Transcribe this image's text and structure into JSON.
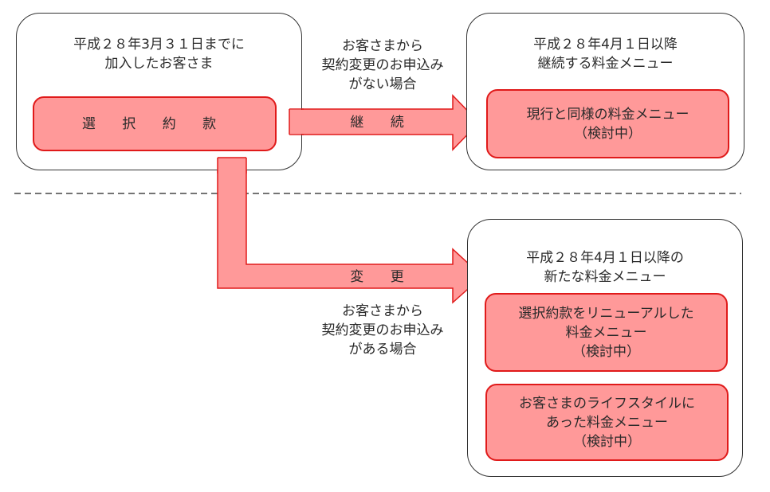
{
  "colors": {
    "accent_fill": "#ff9999",
    "accent_stroke": "#e01a1a",
    "outline": "#333333"
  },
  "left_box": {
    "title_lines": [
      "平成２８年3月３１日までに",
      "加入したお客さま"
    ],
    "item": "選 択 約 款"
  },
  "top_right_box": {
    "title_lines": [
      "平成２８年4月１日以降",
      "継続する料金メニュー"
    ],
    "items": [
      {
        "lines": [
          "現行と同様の料金メニュー",
          "（検討中）"
        ]
      }
    ]
  },
  "bottom_right_box": {
    "title_lines": [
      "平成２８年4月１日以降の",
      "新たな料金メニュー"
    ],
    "items": [
      {
        "lines": [
          "選択約款をリニューアルした",
          "料金メニュー",
          "（検討中）"
        ]
      },
      {
        "lines": [
          "お客さまのライフスタイルに",
          "あった料金メニュー",
          "（検討中）"
        ]
      }
    ]
  },
  "continue_arrow": {
    "label": "継 続",
    "condition_lines": [
      "お客さまから",
      "契約変更のお申込み",
      "がない場合"
    ]
  },
  "change_arrow": {
    "label": "変 更",
    "condition_lines": [
      "お客さまから",
      "契約変更のお申込み",
      "がある場合"
    ]
  }
}
